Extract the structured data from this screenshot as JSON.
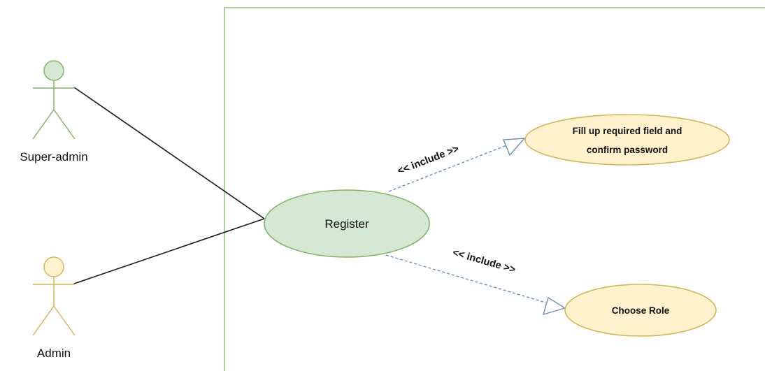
{
  "actors": [
    {
      "label": "Super-admin",
      "fill": "#d5e8d4",
      "stroke": "#82b366"
    },
    {
      "label": "Admin",
      "fill": "#fff2cc",
      "stroke": "#d6b656"
    }
  ],
  "use_cases": [
    {
      "label": "Register",
      "fill": "#d5e8d4",
      "stroke": "#82b366"
    },
    {
      "label_lines": [
        "Fill up required field and",
        "confirm password"
      ],
      "fill": "#fff2cc",
      "stroke": "#d6b656"
    },
    {
      "label": "Choose Role",
      "fill": "#fff2cc",
      "stroke": "#d6b656"
    }
  ],
  "relations": [
    {
      "label": "<<  include >>"
    },
    {
      "label": "<<  include >>"
    }
  ],
  "colors": {
    "system_boundary": "#82b366",
    "association": "#1a1a1a",
    "include_dashed": "#6c8ebf"
  }
}
